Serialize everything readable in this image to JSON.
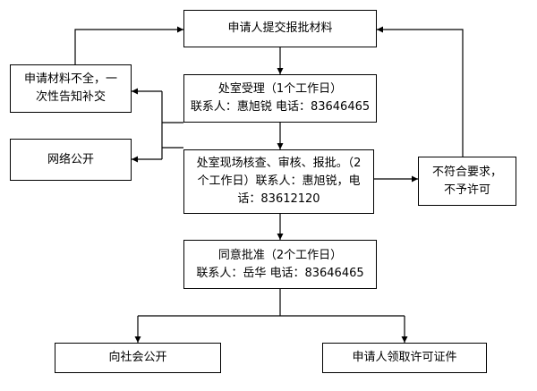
{
  "nodes": {
    "submit": {
      "lines": [
        "申请人提交报批材料"
      ]
    },
    "incomplete": {
      "lines": [
        "申请材料不全，一",
        "次性告知补交"
      ]
    },
    "online": {
      "lines": [
        "网络公开"
      ]
    },
    "accept": {
      "lines": [
        "处室受理（1个工作日）",
        "联系人：惠旭锐 电话：83646465"
      ]
    },
    "review": {
      "lines": [
        "处室现场核查、审核、报批。（2",
        "个工作日）联系人：惠旭锐，电",
        "话：83612120"
      ]
    },
    "reject": {
      "lines": [
        "不符合要求，",
        "不予许可"
      ]
    },
    "approve": {
      "lines": [
        "同意批准（2个工作日）",
        "联系人：岳华 电话：83646465"
      ]
    },
    "public": {
      "lines": [
        "向社会公开"
      ]
    },
    "certificate": {
      "lines": [
        "申请人领取许可证件"
      ]
    }
  }
}
